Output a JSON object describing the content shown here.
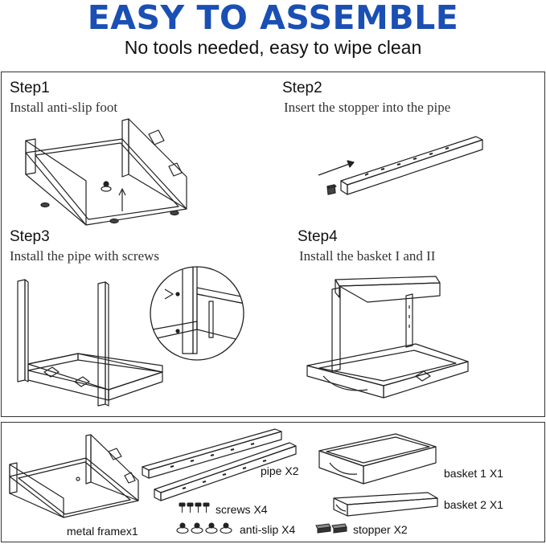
{
  "header": {
    "title": "EASY TO ASSEMBLE",
    "subtitle": "No tools needed, easy to wipe clean"
  },
  "steps": [
    {
      "label": "Step1",
      "description": "Install anti-slip foot"
    },
    {
      "label": "Step2",
      "description": "Insert the stopper into the pipe"
    },
    {
      "label": "Step3",
      "description": "Install the pipe with screws"
    },
    {
      "label": "Step4",
      "description": "Install the basket I and II"
    }
  ],
  "parts": {
    "frame": "metal framex1",
    "pipe": "pipe X2",
    "screws": "screws X4",
    "anti_slip": "anti-slip X4",
    "stopper": "stopper X2",
    "basket1": "basket 1 X1",
    "basket2": "basket 2 X1"
  },
  "colors": {
    "title": "#1a4fb4",
    "text": "#111111",
    "border": "#333333"
  }
}
